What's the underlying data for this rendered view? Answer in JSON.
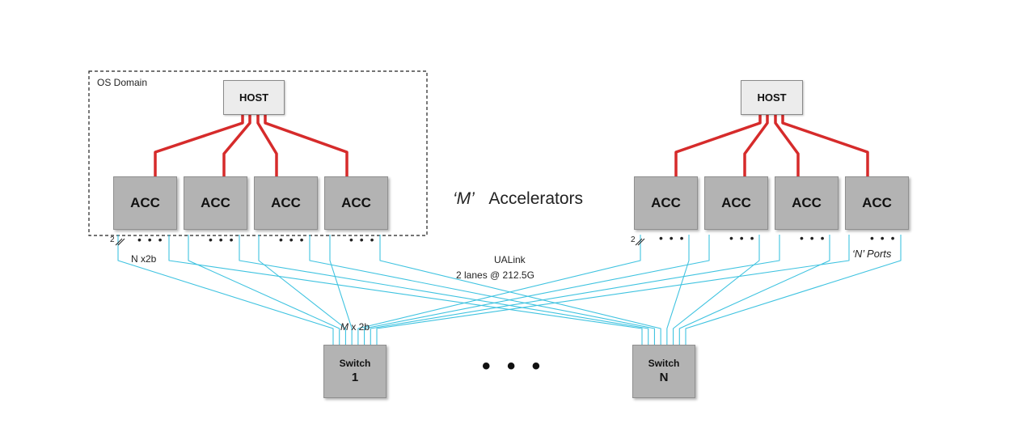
{
  "os_domain": {
    "label": "OS Domain"
  },
  "hosts": [
    {
      "label": "HOST"
    },
    {
      "label": "HOST"
    }
  ],
  "accelerators": [
    {
      "label": "ACC"
    },
    {
      "label": "ACC"
    },
    {
      "label": "ACC"
    },
    {
      "label": "ACC"
    },
    {
      "label": "ACC"
    },
    {
      "label": "ACC"
    },
    {
      "label": "ACC"
    },
    {
      "label": "ACC"
    }
  ],
  "port_dots": "• • •",
  "accelerators_caption": {
    "prefix": "‘M’",
    "text": "Accelerators"
  },
  "ualink": {
    "title": "UALink",
    "lanes": "2 lanes @ 212.5G"
  },
  "labels": {
    "lane_count_left": "2",
    "lane_count_right": "2",
    "n_x2b": "N x2b",
    "n_ports": "‘N’ Ports",
    "m_italic": "M",
    "m_x2b": " x 2b"
  },
  "switches": [
    {
      "title": "Switch",
      "number": "1"
    },
    {
      "title": "Switch",
      "number": "N"
    }
  ],
  "switch_ellipsis": "• • •",
  "colors": {
    "host_link": "#d62b2b",
    "ualink_line": "#3fc3e0",
    "box_fill": "#b3b3b3",
    "host_fill": "#ececec"
  }
}
